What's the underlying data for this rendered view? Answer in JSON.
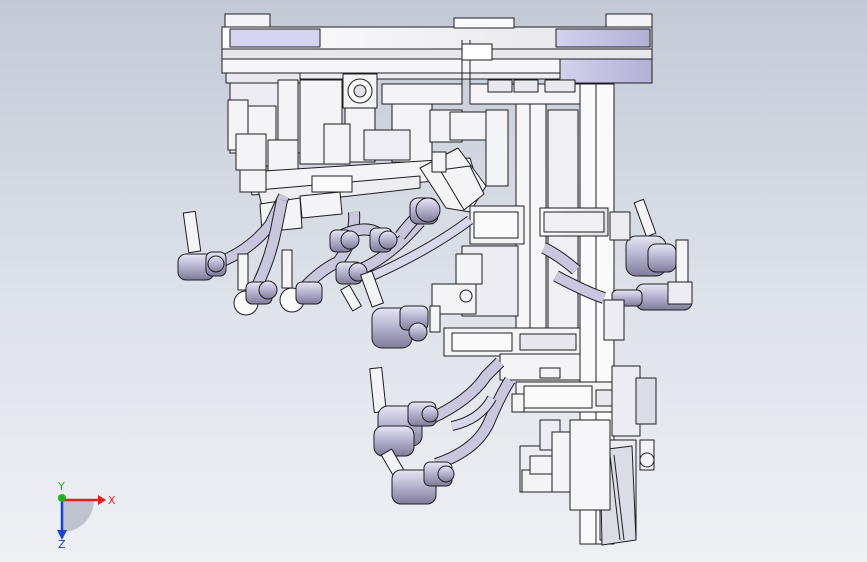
{
  "viewport": {
    "background_top": "#c3cad6",
    "background_bottom": "#eef0f4",
    "model": "cad-assembly-isometric"
  },
  "triad": {
    "x_label": "X",
    "y_label": "Y",
    "z_label": "Z",
    "x_color": "#e02020",
    "y_color": "#20b020",
    "z_color": "#2040d0"
  },
  "colors": {
    "line": "#1e1e22",
    "metal": "#f4f4f6",
    "metal_shade": "#d8d8de",
    "lavender": "#c8c6e6",
    "cylinder": "#b9b6d2",
    "cylinder_dark": "#8e8aa9"
  }
}
